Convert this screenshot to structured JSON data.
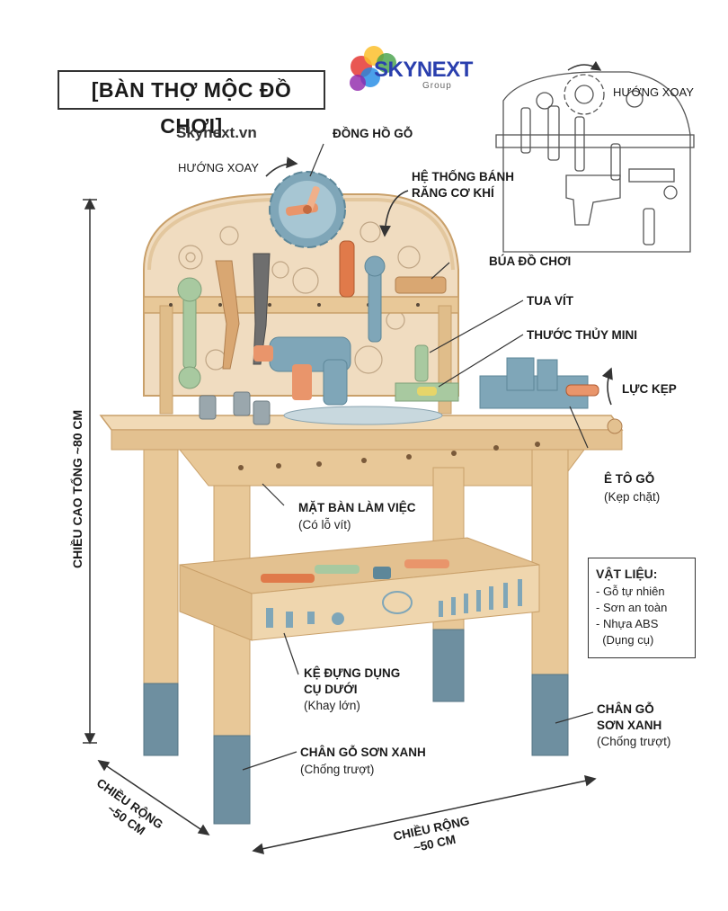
{
  "title": "[BÀN THỢ MỘC ĐỒ CHƠI]",
  "website": "Skynext.vn",
  "logo": {
    "name": "SKYNEXT",
    "group": "Group",
    "colors": [
      "#e53935",
      "#fbc02d",
      "#43a047",
      "#1e88e5",
      "#8e24aa"
    ]
  },
  "labels": {
    "clock": "ĐỒNG HỒ GỖ",
    "rotate_left": "HƯỚNG XOAY",
    "rotate_right": "HƯỚNG XOAY",
    "gears_line1": "HỆ THỐNG BÁNH",
    "gears_line2": "RĂNG CƠ KHÍ",
    "hammer": "BÚA ĐỒ CHƠI",
    "screwdriver": "TUA VÍT",
    "level": "THƯỚC THỦY MINI",
    "clamp_force": "LỰC KẸP",
    "vise": "Ê TÔ GỖ",
    "vise_sub": "(Kẹp chặt)",
    "worktop": "MẶT BÀN LÀM VIỆC",
    "worktop_sub": "(Có lỗ vít)",
    "shelf_line1": "KỆ ĐỰNG DỤNG",
    "shelf_line2": "CỤ DƯỚI",
    "shelf_sub": "(Khay lớn)",
    "legs_left": "CHÂN GỖ SƠN XANH",
    "legs_left_sub": "(Chống trượt)",
    "legs_right_line1": "CHÂN GỖ",
    "legs_right_line2": "SƠN XANH",
    "legs_right_sub": "(Chống trượt)"
  },
  "dimensions": {
    "height": "CHIỀU CAO TỔNG ~80 CM",
    "depth_line1": "CHIỀU RỘNG",
    "depth_line2": "~50 CM",
    "width_line1": "CHIỀU RỘNG",
    "width_line2": "~50 CM"
  },
  "materials": {
    "title": "VẬT LIỆU:",
    "items": [
      "- Gỗ tự nhiên",
      "- Sơn an toàn",
      "- Nhựa ABS",
      "  (Dụng cụ)"
    ]
  },
  "colors": {
    "wood": "#e8c898",
    "wood_dark": "#c9a06a",
    "leg_blue": "#6e8fa0",
    "tool_blue": "#7fa6b8",
    "tool_orange": "#e07a4a",
    "tool_green": "#a8c9a0"
  }
}
